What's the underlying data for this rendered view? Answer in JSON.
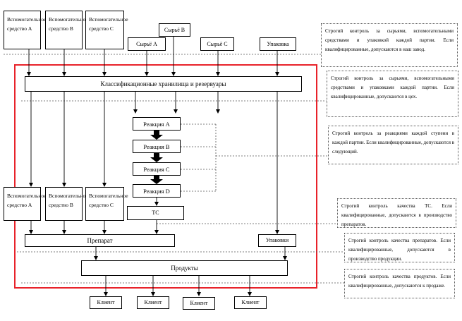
{
  "top_inputs": {
    "aux_a": "Вспомогательное средство A",
    "aux_b": "Вспомогательное средство B",
    "aux_c": "Вспомогательное средство C",
    "raw_a": "Сырьё A",
    "raw_b": "Сырьё B",
    "raw_c": "Сырьё C",
    "packaging": "Упаковка"
  },
  "storage": "Классификационные хранилища и резервуары",
  "reactions": [
    "Реакция A",
    "Реакция B",
    "Реакция C",
    "Реакция D"
  ],
  "tc": "TC",
  "lower_aux": {
    "aux_a": "Вспомогательное средство A",
    "aux_b": "Вспомогательное средство B",
    "aux_c": "Вспомогательное средство C"
  },
  "preparation": "Препарат",
  "packages": "Упаковки",
  "products": "Продукты",
  "clients": [
    "Клиент",
    "Клиент",
    "Клиент",
    "Клиент"
  ],
  "notes": [
    "Строгий контроль за сырьями, вспомогательными средствами и упаковкой каждой партии. Если квалифицированные, допускаются в наш завод.",
    "Строгий контроль за сырьями, вспомогательными средствами и упаковками каждой партии. Если квалифицированные, допускаются в цех.",
    "Строгий контроль за реакциями каждой ступени в каждой партии. Если квалифицированные, допускаются в следующий.",
    "Строгий контроль качества TC. Если квалифицированные, допускаются в производство препаратов.",
    "Строгий контроль качества препаратов. Если квалифицированные, допускаются в производство продукции.",
    "Строгий контроль качества продуктов. Если квалифицированные, допускаются к продаже."
  ],
  "colors": {
    "frame": "#e8222a",
    "line": "#000000",
    "dotted": "#555555"
  }
}
